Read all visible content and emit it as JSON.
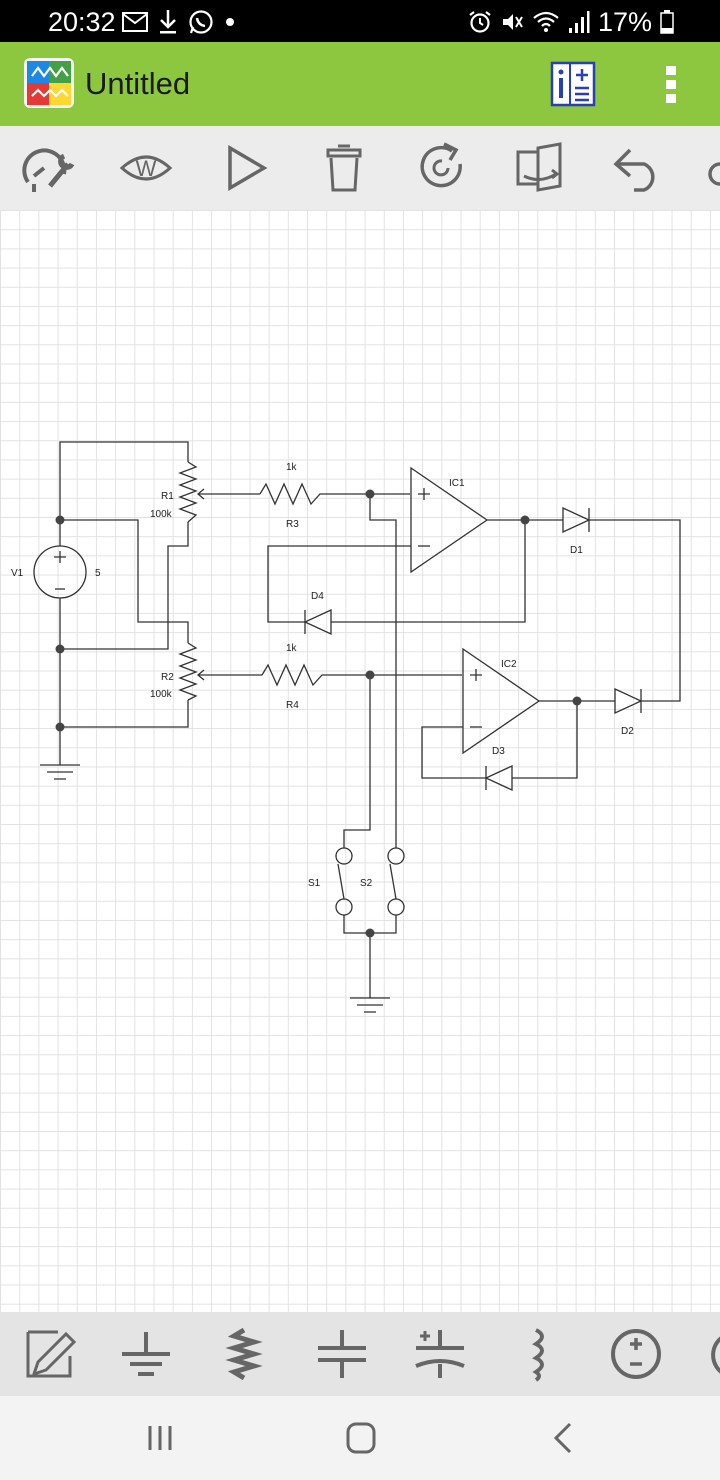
{
  "status_bar": {
    "time": "20:32",
    "battery": "17%",
    "left_icons": [
      "mail-icon",
      "download-icon",
      "whatsapp-icon",
      "dot-icon"
    ],
    "right_icons": [
      "alarm-icon",
      "mute-icon",
      "wifi-icon",
      "signal-icon",
      "battery-icon"
    ]
  },
  "app_bar": {
    "title": "Untitled",
    "logo": "app-logo",
    "actions": [
      "info-list-icon",
      "more-vert-icon"
    ],
    "color": "#8dc63f"
  },
  "toolbar": {
    "tools": [
      "settings-gauge-icon",
      "watch-eye-icon",
      "play-icon",
      "delete-icon",
      "rotate-icon",
      "flip-icon",
      "undo-icon"
    ]
  },
  "circuit": {
    "labels": {
      "v1": "V1",
      "v1_value": "5",
      "r1": "R1",
      "r1_value": "100k",
      "r2": "R2",
      "r2_value": "100k",
      "r3": "R3",
      "r3_value": "1k",
      "r4": "R4",
      "r4_value": "1k",
      "ic1": "IC1",
      "ic2": "IC2",
      "d1": "D1",
      "d2": "D2",
      "d3": "D3",
      "d4": "D4",
      "s1": "S1",
      "s2": "S2"
    }
  },
  "component_bar": {
    "components": [
      "pencil-icon",
      "ground-icon",
      "resistor-icon",
      "capacitor-icon",
      "polarized-capacitor-icon",
      "inductor-icon",
      "voltage-source-icon"
    ]
  },
  "nav_bar": {
    "buttons": [
      "recents-icon",
      "home-icon",
      "back-icon"
    ]
  }
}
